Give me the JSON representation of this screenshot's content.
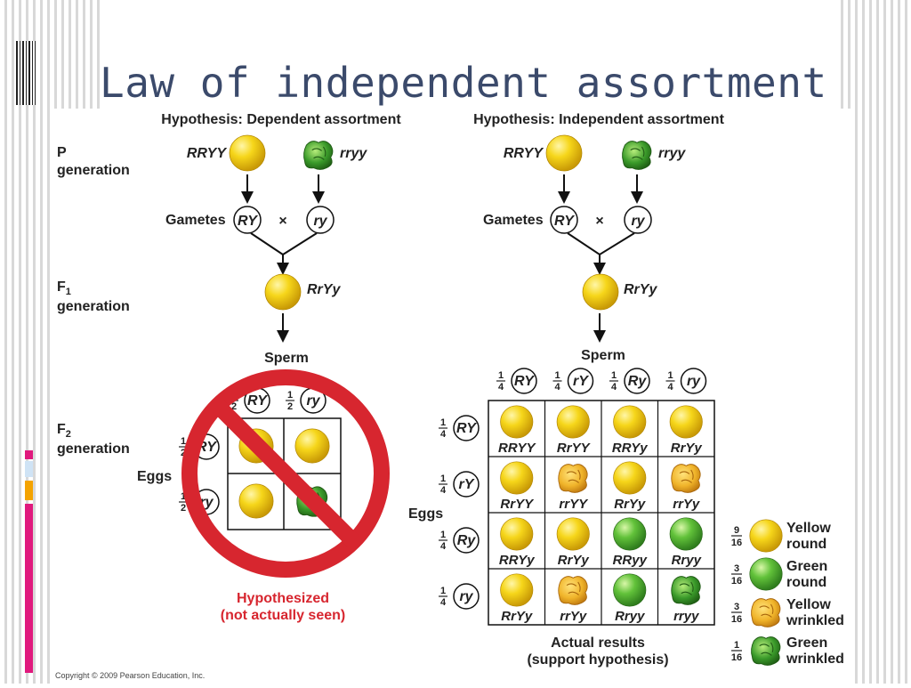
{
  "slide": {
    "title": "Law of independent assortment",
    "copyright": "Copyright © 2009 Pearson Education, Inc."
  },
  "colors": {
    "title": "#3b4a6b",
    "yellow": "#f2cf14",
    "green": "#4fb52f",
    "wrinkled_yellow": "#f0b42a",
    "wrinkled_green": "#3a9a2a",
    "prohibition": "#d7262f",
    "accent_pink": "#e0197d",
    "accent_orange": "#f4a300",
    "accent_blue": "#cfe3f5"
  },
  "labels": {
    "p_gen_1": "P",
    "p_gen_2": "generation",
    "f1_gen_1": "F",
    "f1_sub": "1",
    "f1_gen_2": "generation",
    "f2_gen_1": "F",
    "f2_sub": "2",
    "f2_gen_2": "generation",
    "gametes": "Gametes",
    "times": "×",
    "sperm": "Sperm",
    "eggs": "Eggs"
  },
  "dependent": {
    "heading": "Hypothesis: Dependent assortment",
    "parent_yellow": "RRYY",
    "parent_green": "rryy",
    "gamete_1": "RY",
    "gamete_2": "ry",
    "f1": "RrYy",
    "sperm_headers": [
      {
        "num": "1",
        "den": "2",
        "label": "RY"
      },
      {
        "num": "1",
        "den": "2",
        "label": "ry"
      }
    ],
    "egg_headers": [
      {
        "num": "1",
        "den": "2",
        "label": "RY"
      },
      {
        "num": "1",
        "den": "2",
        "label": "ry"
      }
    ],
    "grid": [
      [
        "yellow-round",
        "yellow-round"
      ],
      [
        "yellow-round",
        "green-wrinkled"
      ]
    ],
    "caption_1": "Hypothesized",
    "caption_2": "(not actually seen)"
  },
  "independent": {
    "heading": "Hypothesis: Independent assortment",
    "parent_yellow": "RRYY",
    "parent_green": "rryy",
    "gamete_1": "RY",
    "gamete_2": "ry",
    "f1": "RrYy",
    "sperm_headers": [
      {
        "num": "1",
        "den": "4",
        "label": "RY"
      },
      {
        "num": "1",
        "den": "4",
        "label": "rY"
      },
      {
        "num": "1",
        "den": "4",
        "label": "Ry"
      },
      {
        "num": "1",
        "den": "4",
        "label": "ry"
      }
    ],
    "egg_headers": [
      {
        "num": "1",
        "den": "4",
        "label": "RY"
      },
      {
        "num": "1",
        "den": "4",
        "label": "rY"
      },
      {
        "num": "1",
        "den": "4",
        "label": "Ry"
      },
      {
        "num": "1",
        "den": "4",
        "label": "ry"
      }
    ],
    "grid": [
      [
        {
          "g": "RRYY",
          "p": "yellow-round"
        },
        {
          "g": "RrYY",
          "p": "yellow-round"
        },
        {
          "g": "RRYy",
          "p": "yellow-round"
        },
        {
          "g": "RrYy",
          "p": "yellow-round"
        }
      ],
      [
        {
          "g": "RrYY",
          "p": "yellow-round"
        },
        {
          "g": "rrYY",
          "p": "yellow-wrinkled"
        },
        {
          "g": "RrYy",
          "p": "yellow-round"
        },
        {
          "g": "rrYy",
          "p": "yellow-wrinkled"
        }
      ],
      [
        {
          "g": "RRYy",
          "p": "yellow-round"
        },
        {
          "g": "RrYy",
          "p": "yellow-round"
        },
        {
          "g": "RRyy",
          "p": "green-round"
        },
        {
          "g": "Rryy",
          "p": "green-round"
        }
      ],
      [
        {
          "g": "RrYy",
          "p": "yellow-round"
        },
        {
          "g": "rrYy",
          "p": "yellow-wrinkled"
        },
        {
          "g": "Rryy",
          "p": "green-round"
        },
        {
          "g": "rryy",
          "p": "green-wrinkled"
        }
      ]
    ],
    "caption_1": "Actual results",
    "caption_2": "(support hypothesis)"
  },
  "ratio_legend": [
    {
      "num": "9",
      "den": "16",
      "line1": "Yellow",
      "line2": "round",
      "p": "yellow-round"
    },
    {
      "num": "3",
      "den": "16",
      "line1": "Green",
      "line2": "round",
      "p": "green-round"
    },
    {
      "num": "3",
      "den": "16",
      "line1": "Yellow",
      "line2": "wrinkled",
      "p": "yellow-wrinkled"
    },
    {
      "num": "1",
      "den": "16",
      "line1": "Green",
      "line2": "wrinkled",
      "p": "green-wrinkled"
    }
  ]
}
